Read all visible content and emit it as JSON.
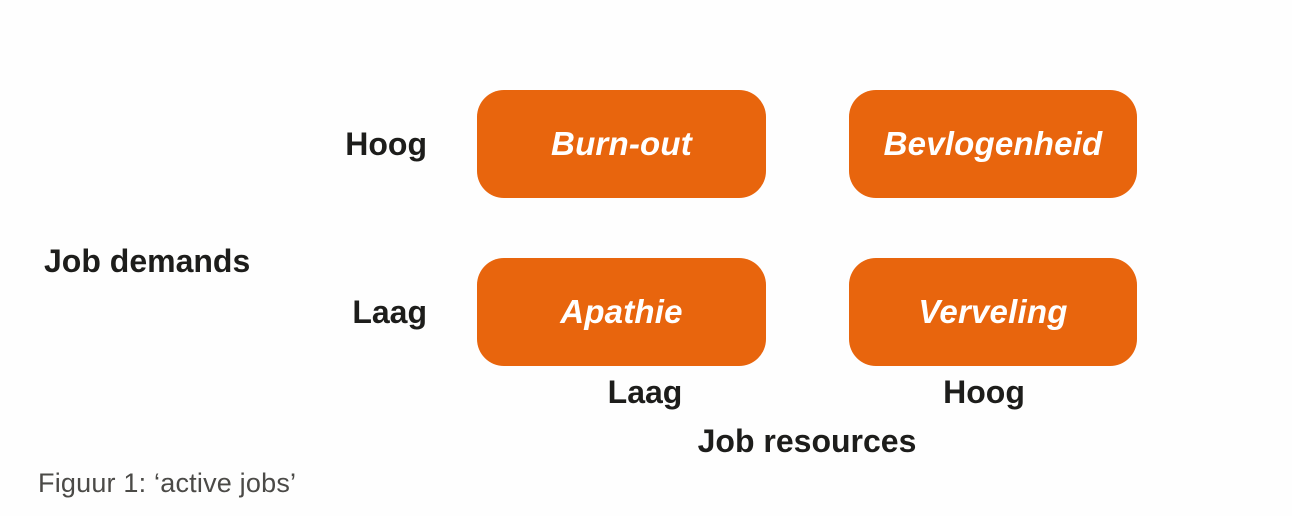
{
  "figure": {
    "caption": "Figuur 1: ‘active jobs’",
    "colors": {
      "box_orange": "#E8650D",
      "box_text_white": "#FFFFFF",
      "axis_label_black": "#1D1D1B",
      "caption_gray": "#4B4A47",
      "background": "#FEFEFE"
    },
    "y_axis": {
      "title": "Job demands",
      "high_label": "Hoog",
      "low_label": "Laag"
    },
    "x_axis": {
      "title": "Job resources",
      "low_label": "Laag",
      "high_label": "Hoog"
    },
    "quadrants": [
      {
        "label": "Burn-out",
        "row": "high-demands",
        "col": "low-resources"
      },
      {
        "label": "Bevlogenheid",
        "row": "high-demands",
        "col": "high-resources"
      },
      {
        "label": "Apathie",
        "row": "low-demands",
        "col": "low-resources"
      },
      {
        "label": "Verveling",
        "row": "low-demands",
        "col": "high-resources"
      }
    ]
  }
}
